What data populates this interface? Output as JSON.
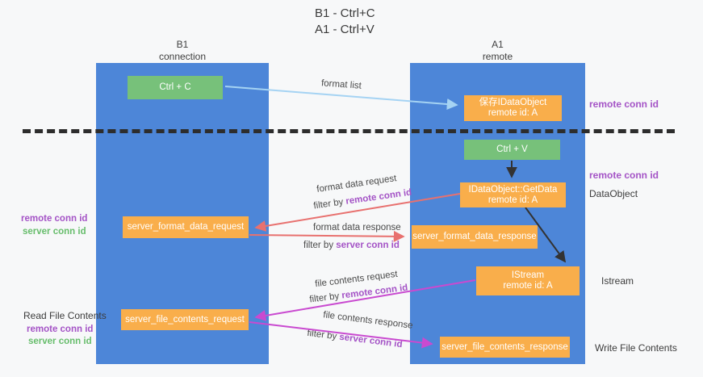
{
  "title": {
    "line1": "B1 - Ctrl+C",
    "line2": "A1 - Ctrl+V"
  },
  "lifelines": {
    "b1": {
      "name": "B1",
      "subtitle": "connection"
    },
    "a1": {
      "name": "A1",
      "subtitle": "remote"
    }
  },
  "nodes": {
    "ctrl_c": {
      "label": "Ctrl + C"
    },
    "save_idataobject": {
      "line1": "保存IDataObject",
      "line2": "remote id: A"
    },
    "ctrl_v": {
      "label": "Ctrl + V"
    },
    "getdata": {
      "line1": "IDataObject::GetData",
      "line2": "remote id: A"
    },
    "server_format_data_request": {
      "label": "server_format_data_request"
    },
    "server_format_data_response": {
      "label": "server_format_data_response"
    },
    "istream": {
      "line1": "IStream",
      "line2": "remote id: A"
    },
    "server_file_contents_request": {
      "label": "server_file_contents_request"
    },
    "server_file_contents_response": {
      "label": "server_file_contents_response"
    }
  },
  "edges": {
    "format_list": {
      "label": "format list"
    },
    "format_data_request": {
      "label": "format data request",
      "filter_prefix": "filter by ",
      "filter_key": "remote conn id"
    },
    "format_data_response": {
      "label": "format data response",
      "filter_prefix": "filter by ",
      "filter_key": "server conn id"
    },
    "file_contents_request": {
      "label": "file contents request",
      "filter_prefix": "filter by ",
      "filter_key": "remote conn id"
    },
    "file_contents_response": {
      "label": "file contents response",
      "filter_prefix": "filter by ",
      "filter_key": "server conn id"
    }
  },
  "annotations": {
    "right_top_remote_conn_id": "remote conn id",
    "right_mid_remote_conn_id": "remote conn id",
    "dataobject": "DataObject",
    "istream": "Istream",
    "write_file_contents": "Write File Contents",
    "left_remote_conn_id": "remote conn id",
    "left_server_conn_id": "server conn id",
    "read_file_contents": "Read File Contents",
    "left_bottom_remote_conn_id": "remote conn id",
    "left_bottom_server_conn_id": "server conn id"
  },
  "colors": {
    "column_blue": "#4d86d8",
    "box_green": "#77c17a",
    "box_orange": "#f9ae4b",
    "arrow_light_blue": "#a5d3f3",
    "arrow_red": "#e8716f",
    "arrow_magenta": "#c94ad0",
    "arrow_black": "#333333",
    "label_purple": "#a453c6",
    "label_green": "#67bd6c",
    "background": "#f7f8f9"
  }
}
